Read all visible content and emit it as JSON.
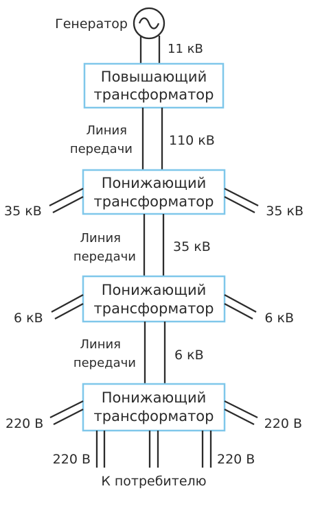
{
  "generator": {
    "label": "Генератор",
    "voltage": "11 кВ"
  },
  "step_up": {
    "line1": "Повышающий",
    "line2": "трансформатор"
  },
  "line1": {
    "label_a": "Линия",
    "label_b": "передачи",
    "voltage": "110 кВ"
  },
  "step_down1": {
    "line1": "Понижающий",
    "line2": "трансформатор",
    "left_out": "35 кВ",
    "right_out": "35 кВ"
  },
  "line2": {
    "label_a": "Линия",
    "label_b": "передачи",
    "voltage": "35 кВ"
  },
  "step_down2": {
    "line1": "Понижающий",
    "line2": "трансформатор",
    "left_out": "6 кВ",
    "right_out": "6 кВ"
  },
  "line3": {
    "label_a": "Линия",
    "label_b": "передачи",
    "voltage": "6 кВ"
  },
  "step_down3": {
    "line1": "Понижающий",
    "line2": "трансформатор",
    "left_out": "220 В",
    "right_out": "220 В",
    "bottom_left": "220 В",
    "bottom_right": "220 В"
  },
  "consumer": {
    "label": "К потребителю"
  },
  "colors": {
    "box_border": "#7fc7ea",
    "wire": "#2b2b2b"
  },
  "icons": {
    "generator": "ac-sine-icon"
  }
}
